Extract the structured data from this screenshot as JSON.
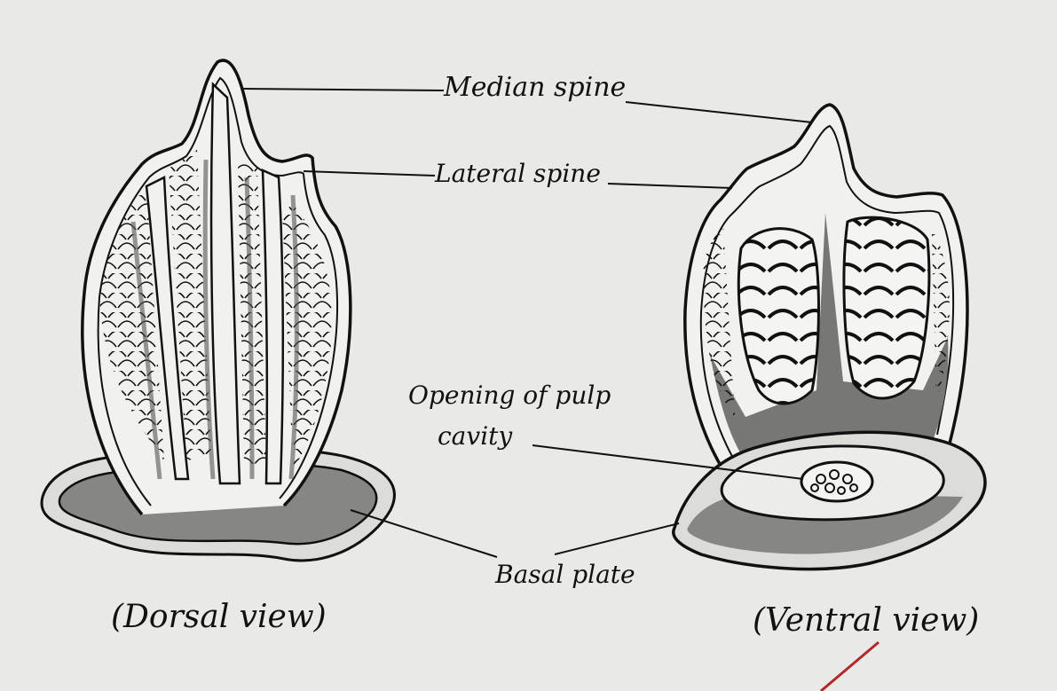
{
  "labels": {
    "median_spine": "Median spine",
    "lateral_spine": "Lateral spine",
    "pulp_line1": "Opening of pulp",
    "pulp_line2": "cavity",
    "basal_plate": "Basal plate",
    "dorsal_view": "(Dorsal view)",
    "ventral_view": "(Ventral view)"
  },
  "colors": {
    "paper": "#e9e9e7",
    "ink": "#111111",
    "shade": "#8a8a88",
    "annotation": "#b02a2a"
  }
}
